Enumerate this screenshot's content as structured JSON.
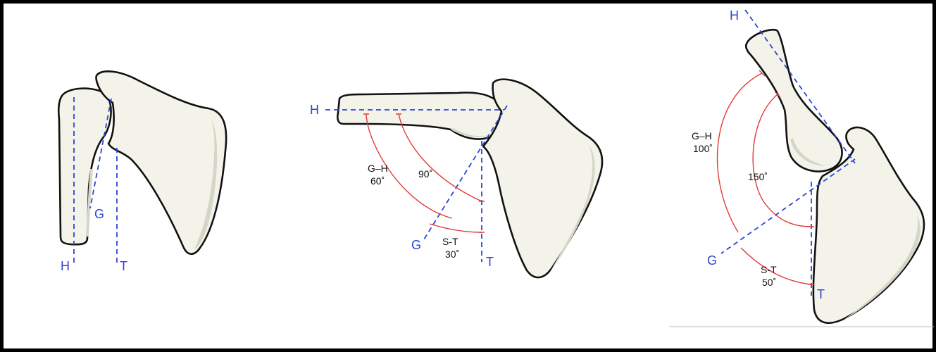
{
  "panels": [
    {
      "labels": {
        "h": "H",
        "g": "G",
        "t": "T"
      }
    },
    {
      "labels": {
        "h": "H",
        "g": "G",
        "t": "T",
        "gh_name": "G–H",
        "gh_value": "60˚",
        "total_value": "90˚",
        "st_name": "S-T",
        "st_value": "30˚"
      }
    },
    {
      "labels": {
        "h": "H",
        "g": "G",
        "t": "T",
        "gh_name": "G–H",
        "gh_value": "100˚",
        "total_value": "150˚",
        "st_name": "S-T",
        "st_value": "50˚"
      }
    }
  ],
  "colors": {
    "guide": "#2b45d6",
    "arc": "#e23a3a",
    "outline": "#111111",
    "bone": "#f3f3ea"
  }
}
